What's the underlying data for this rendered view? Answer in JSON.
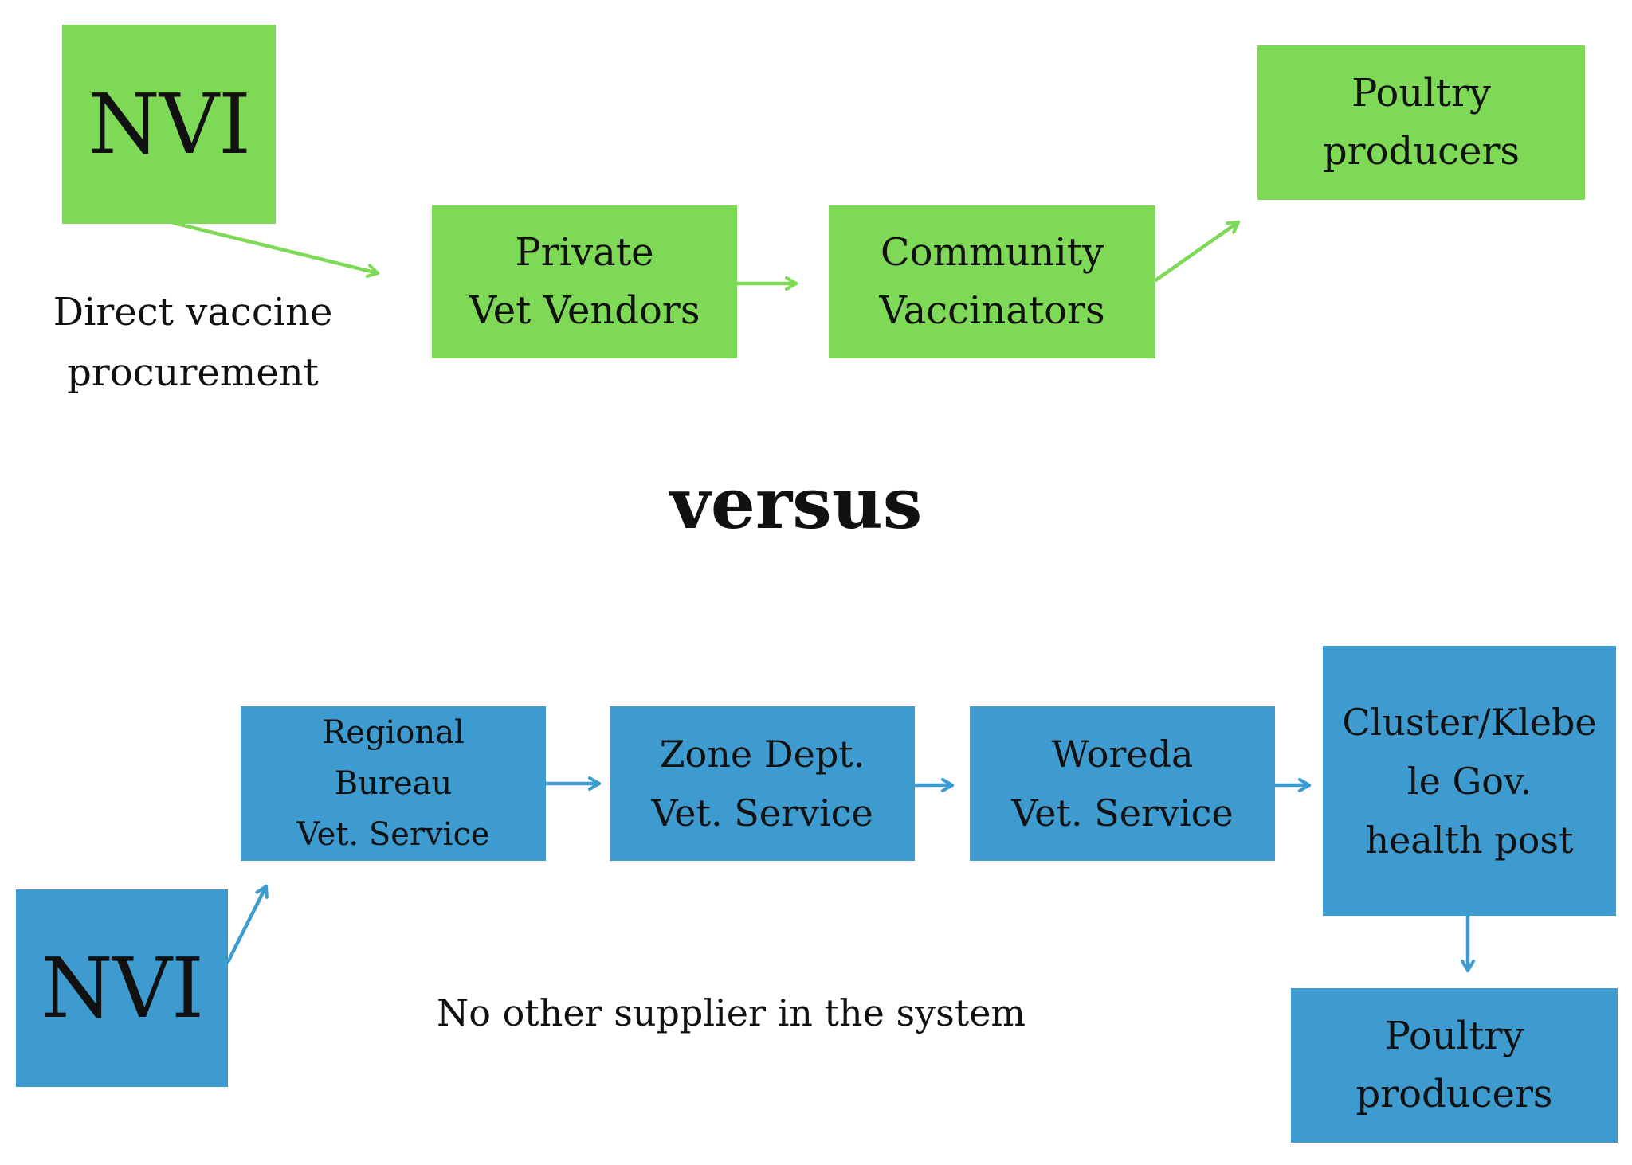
{
  "top_flow": {
    "color": "#7ED957",
    "source": {
      "label": "NVI"
    },
    "source_note": {
      "lines": [
        "Direct vaccine",
        "procurement"
      ]
    },
    "nodes": [
      {
        "lines": [
          "Private",
          "Vet Vendors"
        ]
      },
      {
        "lines": [
          "Community",
          "Vaccinators"
        ]
      },
      {
        "lines": [
          "Poultry",
          "producers"
        ]
      }
    ]
  },
  "divider": {
    "label": "versus"
  },
  "bottom_flow": {
    "color": "#3D9BD0",
    "source": {
      "label": "NVI"
    },
    "source_note": {
      "text": "No other supplier in the system"
    },
    "nodes": [
      {
        "lines": [
          "Regional",
          "Bureau",
          "Vet. Service"
        ]
      },
      {
        "lines": [
          "Zone Dept.",
          "Vet. Service"
        ]
      },
      {
        "lines": [
          "Woreda",
          "Vet. Service"
        ]
      },
      {
        "lines": [
          "Cluster/Klebe",
          "le Gov.",
          "health post"
        ]
      },
      {
        "lines": [
          "Poultry",
          "producers"
        ]
      }
    ]
  },
  "text_color": "#111111"
}
